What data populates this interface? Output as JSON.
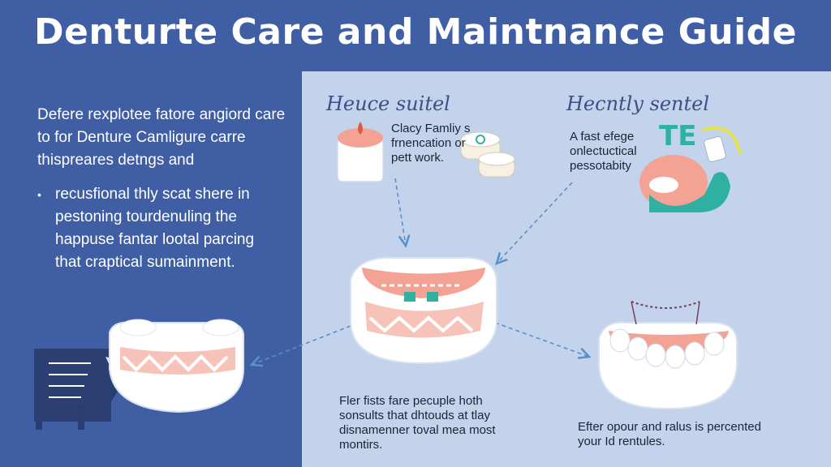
{
  "title": "Denturte Care and Maintnance Guide",
  "left": {
    "intro": "Defere rexplotee fatore angiord care to for Denture Camligure carre thispreares detngs and",
    "bullet": "recusfional thly scat shere in pestoning tourdenuling the happuse fantar lootal parcing that craptical sumainment."
  },
  "panel_a": {
    "script_heading": "Heuce suitel",
    "caption": "Clacy Famliy s frnencation or pett work."
  },
  "panel_b": {
    "script_heading": "Hecntly sentel",
    "caption": "A fast efege onlectuctical pessotabity",
    "icon_letters": "TE"
  },
  "bottom_center": {
    "caption": "Fler fists fare pecuple hoth sonsults that dhtouds at tlay disnamenner toval mea most montirs."
  },
  "bottom_right": {
    "caption": "Efter opour and ralus is percented your Id rentules."
  },
  "colors": {
    "navy": "#3f5ea4",
    "panel": "#c3d3ec",
    "gum": "#f3a294",
    "teal": "#2fb0a0",
    "arrow": "#5a8fc8"
  },
  "icons": [
    "document-icon",
    "candle-icon",
    "denture-icon",
    "dentist-icon"
  ]
}
